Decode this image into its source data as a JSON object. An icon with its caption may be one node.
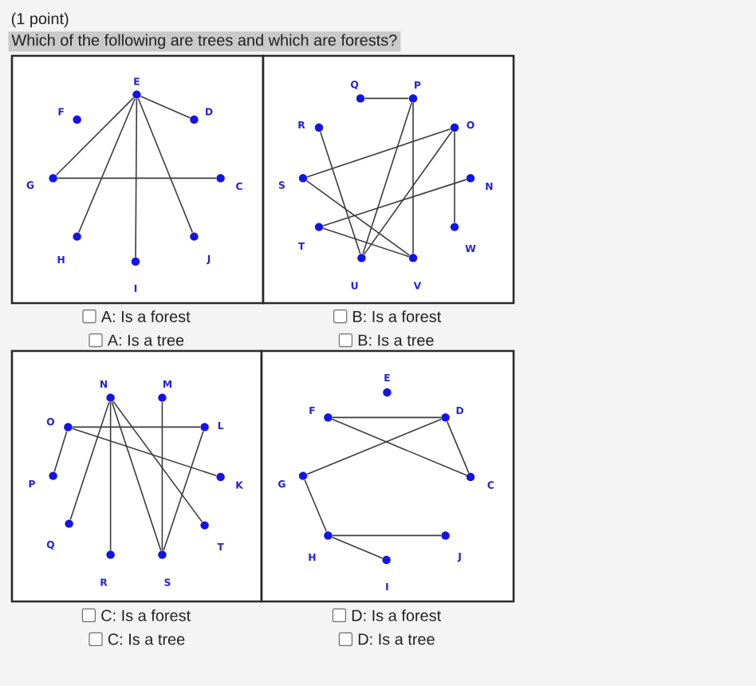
{
  "diagram": {
    "title": "Which of the following are trees and which are forests?",
    "nodes": [
      {
        "text": [],
        "shape": "box"
      },
      {
        "text": [
          "E"
        ],
        "in": 0
      },
      {
        "text": [
          "F"
        ],
        "in": 0
      },
      {
        "text": [
          "D"
        ],
        "in": 0
      },
      {
        "text": [
          "G"
        ],
        "in": 0
      },
      {
        "text": [
          "C"
        ],
        "in": 0
      },
      {
        "text": [
          "H"
        ],
        "in": 0
      },
      {
        "text": [
          "J"
        ],
        "in": 0
      },
      {
        "text": [
          "I"
        ],
        "in": 0
      },
      {
        "text": [],
        "shape": "box"
      },
      {
        "text": [
          "Q"
        ],
        "in": 9
      },
      {
        "text": [
          "P"
        ],
        "in": 9
      },
      {
        "text": [
          "R"
        ],
        "in": 9
      },
      {
        "text": [
          "O"
        ],
        "in": 9
      },
      {
        "text": [
          "S"
        ],
        "in": 9
      },
      {
        "text": [
          "N"
        ],
        "in": 9
      },
      {
        "text": [
          "T"
        ],
        "in": 9
      },
      {
        "text": [
          "W"
        ],
        "in": 9
      },
      {
        "text": [
          "U"
        ],
        "in": 9
      },
      {
        "text": [
          "V"
        ],
        "in": 9
      },
      {
        "text": [],
        "shape": "box"
      },
      {
        "text": [
          "N"
        ],
        "in": 20
      },
      {
        "text": [
          "M"
        ],
        "in": 20
      },
      {
        "text": [
          "O"
        ],
        "in": 20
      },
      {
        "text": [
          "L"
        ],
        "in": 20
      },
      {
        "text": [
          "P"
        ],
        "in": 20
      },
      {
        "text": [
          "K"
        ],
        "in": 20
      },
      {
        "text": [
          "Q"
        ],
        "in": 20
      },
      {
        "text": [
          "T"
        ],
        "in": 20
      },
      {
        "text": [
          "R"
        ],
        "in": 20
      },
      {
        "text": [
          "S"
        ],
        "in": 20
      },
      {
        "text": [],
        "shape": "box"
      },
      {
        "text": [
          "E"
        ],
        "in": 31
      },
      {
        "text": [
          "F"
        ],
        "in": 31
      },
      {
        "text": [
          "D"
        ],
        "in": 31
      },
      {
        "text": [
          "G"
        ],
        "in": 31
      },
      {
        "text": [
          "C"
        ],
        "in": 31
      },
      {
        "text": [
          "H"
        ],
        "in": 31
      },
      {
        "text": [
          "J"
        ],
        "in": 31
      },
      {
        "text": [
          "I"
        ],
        "in": 31
      }
    ],
    "edges": [
      {
        "from": 1,
        "to": 3,
        "arrow": "none"
      },
      {
        "from": 1,
        "to": 4,
        "arrow": "none"
      },
      {
        "from": 1,
        "to": 6,
        "arrow": "none"
      },
      {
        "from": 1,
        "to": 8,
        "arrow": "none"
      },
      {
        "from": 1,
        "to": 7,
        "arrow": "none"
      },
      {
        "from": 4,
        "to": 5,
        "arrow": "none"
      },
      {
        "from": 10,
        "to": 11,
        "arrow": "none"
      },
      {
        "from": 11,
        "to": 18,
        "arrow": "none"
      },
      {
        "from": 11,
        "to": 19,
        "arrow": "none"
      },
      {
        "from": 12,
        "to": 18,
        "arrow": "none"
      },
      {
        "from": 13,
        "to": 14,
        "arrow": "none"
      },
      {
        "from": 14,
        "to": 19,
        "arrow": "none"
      },
      {
        "from": 13,
        "to": 18,
        "arrow": "none"
      },
      {
        "from": 13,
        "to": 17,
        "arrow": "none"
      },
      {
        "from": 15,
        "to": 16,
        "arrow": "none"
      },
      {
        "from": 16,
        "to": 19,
        "arrow": "none"
      },
      {
        "from": 21,
        "to": 27,
        "arrow": "none"
      },
      {
        "from": 21,
        "to": 29,
        "arrow": "none"
      },
      {
        "from": 21,
        "to": 30,
        "arrow": "none"
      },
      {
        "from": 21,
        "to": 28,
        "arrow": "none"
      },
      {
        "from": 22,
        "to": 30,
        "arrow": "none"
      },
      {
        "from": 23,
        "to": 24,
        "arrow": "none"
      },
      {
        "from": 23,
        "to": 26,
        "arrow": "none"
      },
      {
        "from": 23,
        "to": 25,
        "arrow": "none"
      },
      {
        "from": 24,
        "to": 30,
        "arrow": "none"
      },
      {
        "from": 33,
        "to": 34,
        "arrow": "none"
      },
      {
        "from": 33,
        "to": 36,
        "arrow": "none"
      },
      {
        "from": 34,
        "to": 35,
        "arrow": "none"
      },
      {
        "from": 34,
        "to": 36,
        "arrow": "none"
      },
      {
        "from": 35,
        "to": 37,
        "arrow": "none"
      },
      {
        "from": 37,
        "to": 38,
        "arrow": "none"
      },
      {
        "from": 37,
        "to": 39,
        "arrow": "none"
      }
    ],
    "labels": [
      "(1 point)",
      "A: Is a forest",
      "B: Is a forest",
      "A: Is a tree",
      "B: Is a tree",
      "C: Is a forest",
      "D: Is a forest",
      "C: Is a tree",
      "D: Is a tree"
    ]
  }
}
